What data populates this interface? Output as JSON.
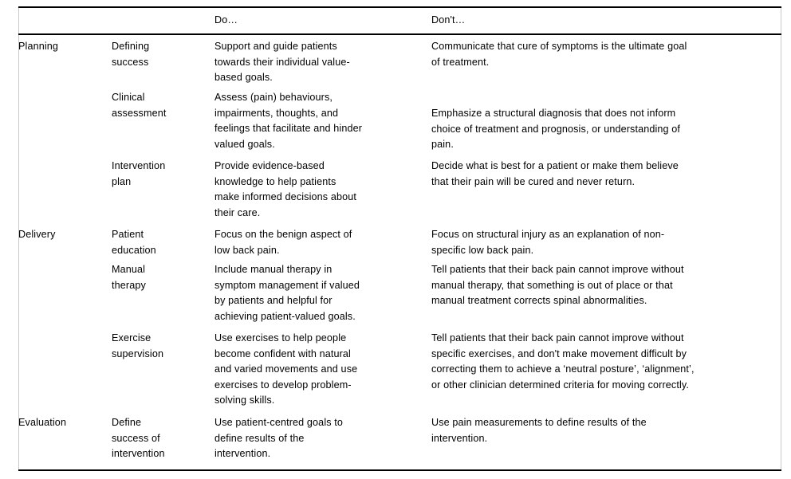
{
  "table": {
    "headers": {
      "group": "",
      "topic": "",
      "do": "Do…",
      "dont": "Don't…"
    },
    "rows": [
      {
        "group": "Planning",
        "topic": "Defining\nsuccess",
        "do": "Support and guide patients\ntowards their individual value-\nbased goals.",
        "dont": "Communicate that cure of symptoms is the ultimate goal\nof treatment."
      },
      {
        "group": "",
        "topic": "Clinical\nassessment",
        "do": "Assess (pain) behaviours,\nimpairments, thoughts, and\nfeelings that facilitate and hinder\nvalued goals.",
        "dont": "Emphasize a structural diagnosis that does not inform\nchoice of treatment and prognosis, or understanding of\npain."
      },
      {
        "group": "",
        "topic": "Intervention\nplan",
        "do": "Provide evidence-based\nknowledge to help patients\nmake informed decisions about\ntheir care.",
        "dont": "Decide what is best for a patient or make them believe\nthat their pain will be cured and never return."
      },
      {
        "group": "Delivery",
        "topic": "Patient\neducation",
        "do": "Focus on the benign aspect of\nlow back pain.",
        "dont": "Focus on structural injury as an explanation of non-\nspecific low back pain."
      },
      {
        "group": "",
        "topic": "Manual\ntherapy",
        "do": "Include manual therapy in\nsymptom management if valued\nby patients and helpful for\nachieving patient-valued goals.",
        "dont": "Tell patients that their back pain cannot improve without\nmanual therapy, that something is out of place or that\nmanual treatment corrects spinal abnormalities."
      },
      {
        "group": "",
        "topic": "Exercise\nsupervision",
        "do": "Use exercises to help people\nbecome confident with natural\nand varied movements and use\nexercises to develop problem-\nsolving skills.",
        "dont": "Tell patients that their back pain cannot improve without\nspecific exercises, and don't make movement difficult by\ncorrecting them to achieve a ‘neutral posture’, ‘alignment’,\nor other clinician determined criteria for moving correctly."
      },
      {
        "group": "Evaluation",
        "topic": "Define\nsuccess of\nintervention",
        "do": "Use patient-centred goals to\ndefine results of the\nintervention.",
        "dont": "Use pain measurements to define results of the\nintervention."
      }
    ]
  },
  "layout": {
    "row_tops": [
      49,
      113,
      199,
      285,
      329,
      415,
      521
    ],
    "dont_tops": [
      49,
      133,
      199,
      285,
      329,
      415,
      521
    ]
  },
  "colors": {
    "text": "#000000",
    "rule": "#000000",
    "side_border": "#c9c9c9",
    "background": "#ffffff"
  }
}
